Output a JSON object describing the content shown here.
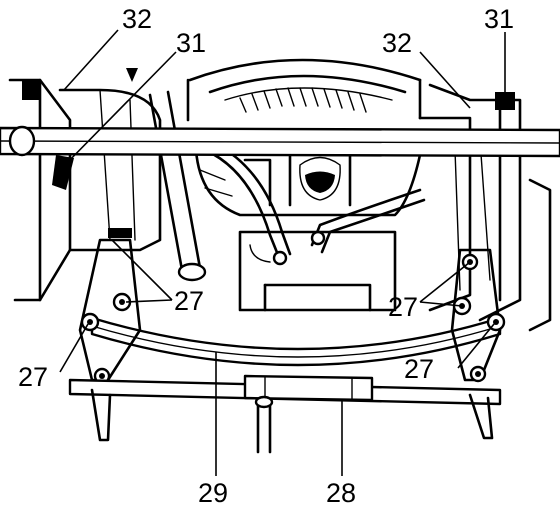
{
  "callouts": {
    "c32_left": "32",
    "c31_left": "31",
    "c32_right": "32",
    "c31_right": "31",
    "c27_left_upper": "27",
    "c27_right_upper": "27",
    "c27_left_lower": "27",
    "c27_right_lower": "27",
    "c29": "29",
    "c28": "28"
  },
  "colors": {
    "ink": "#000000",
    "paper": "#ffffff"
  }
}
